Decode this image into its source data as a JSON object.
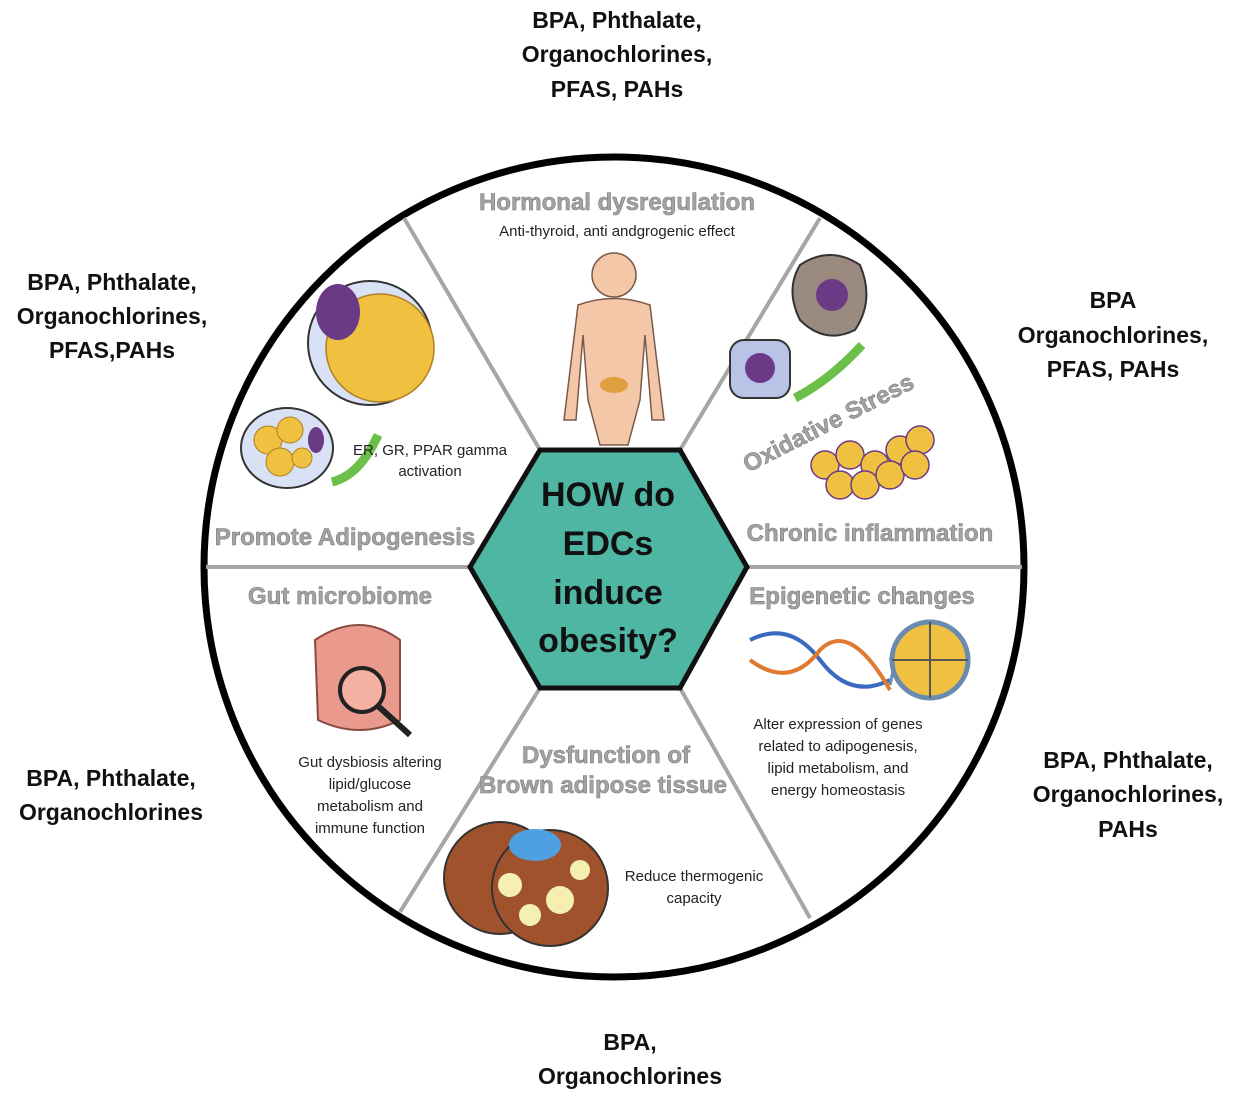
{
  "center": {
    "lines": [
      "HOW do",
      "EDCs",
      "induce",
      "obesity?"
    ],
    "color": "#4fb6a4"
  },
  "sections": [
    {
      "title": "Hormonal dysregulation",
      "desc": [
        "Anti-thyroid, anti andgrogenic effect"
      ],
      "chemicals": [
        "BPA, Phthalate,",
        "Organochlorines,",
        "PFAS, PAHs"
      ]
    },
    {
      "title": "Oxidative Stress",
      "title2": "Chronic inflammation",
      "desc": [],
      "chemicals": [
        "BPA",
        "Organochlorines,",
        "PFAS, PAHs"
      ]
    },
    {
      "title": "Epigenetic changes",
      "desc": [
        "Alter expression of genes",
        "related to adipogenesis,",
        "lipid metabolism, and",
        "energy homeostasis"
      ],
      "chemicals": [
        "BPA, Phthalate,",
        "Organochlorines,",
        "PAHs"
      ]
    },
    {
      "title": "Dysfunction of",
      "title2": "Brown adipose tissue",
      "desc": [
        "Reduce thermogenic",
        "capacity"
      ],
      "chemicals": [
        "BPA,",
        "Organochlorines"
      ]
    },
    {
      "title": "Gut microbiome",
      "desc": [
        "Gut dysbiosis altering",
        "lipid/glucose",
        "metabolism and",
        "immune function"
      ],
      "chemicals": [
        "BPA, Phthalate,",
        "Organochlorines"
      ]
    },
    {
      "title": "Promote Adipogenesis",
      "desc": [
        "ER, GR, PPAR gamma",
        "activation"
      ],
      "chemicals": [
        "BPA, Phthalate,",
        "Organochlorines,",
        "PFAS,PAHs"
      ]
    }
  ]
}
